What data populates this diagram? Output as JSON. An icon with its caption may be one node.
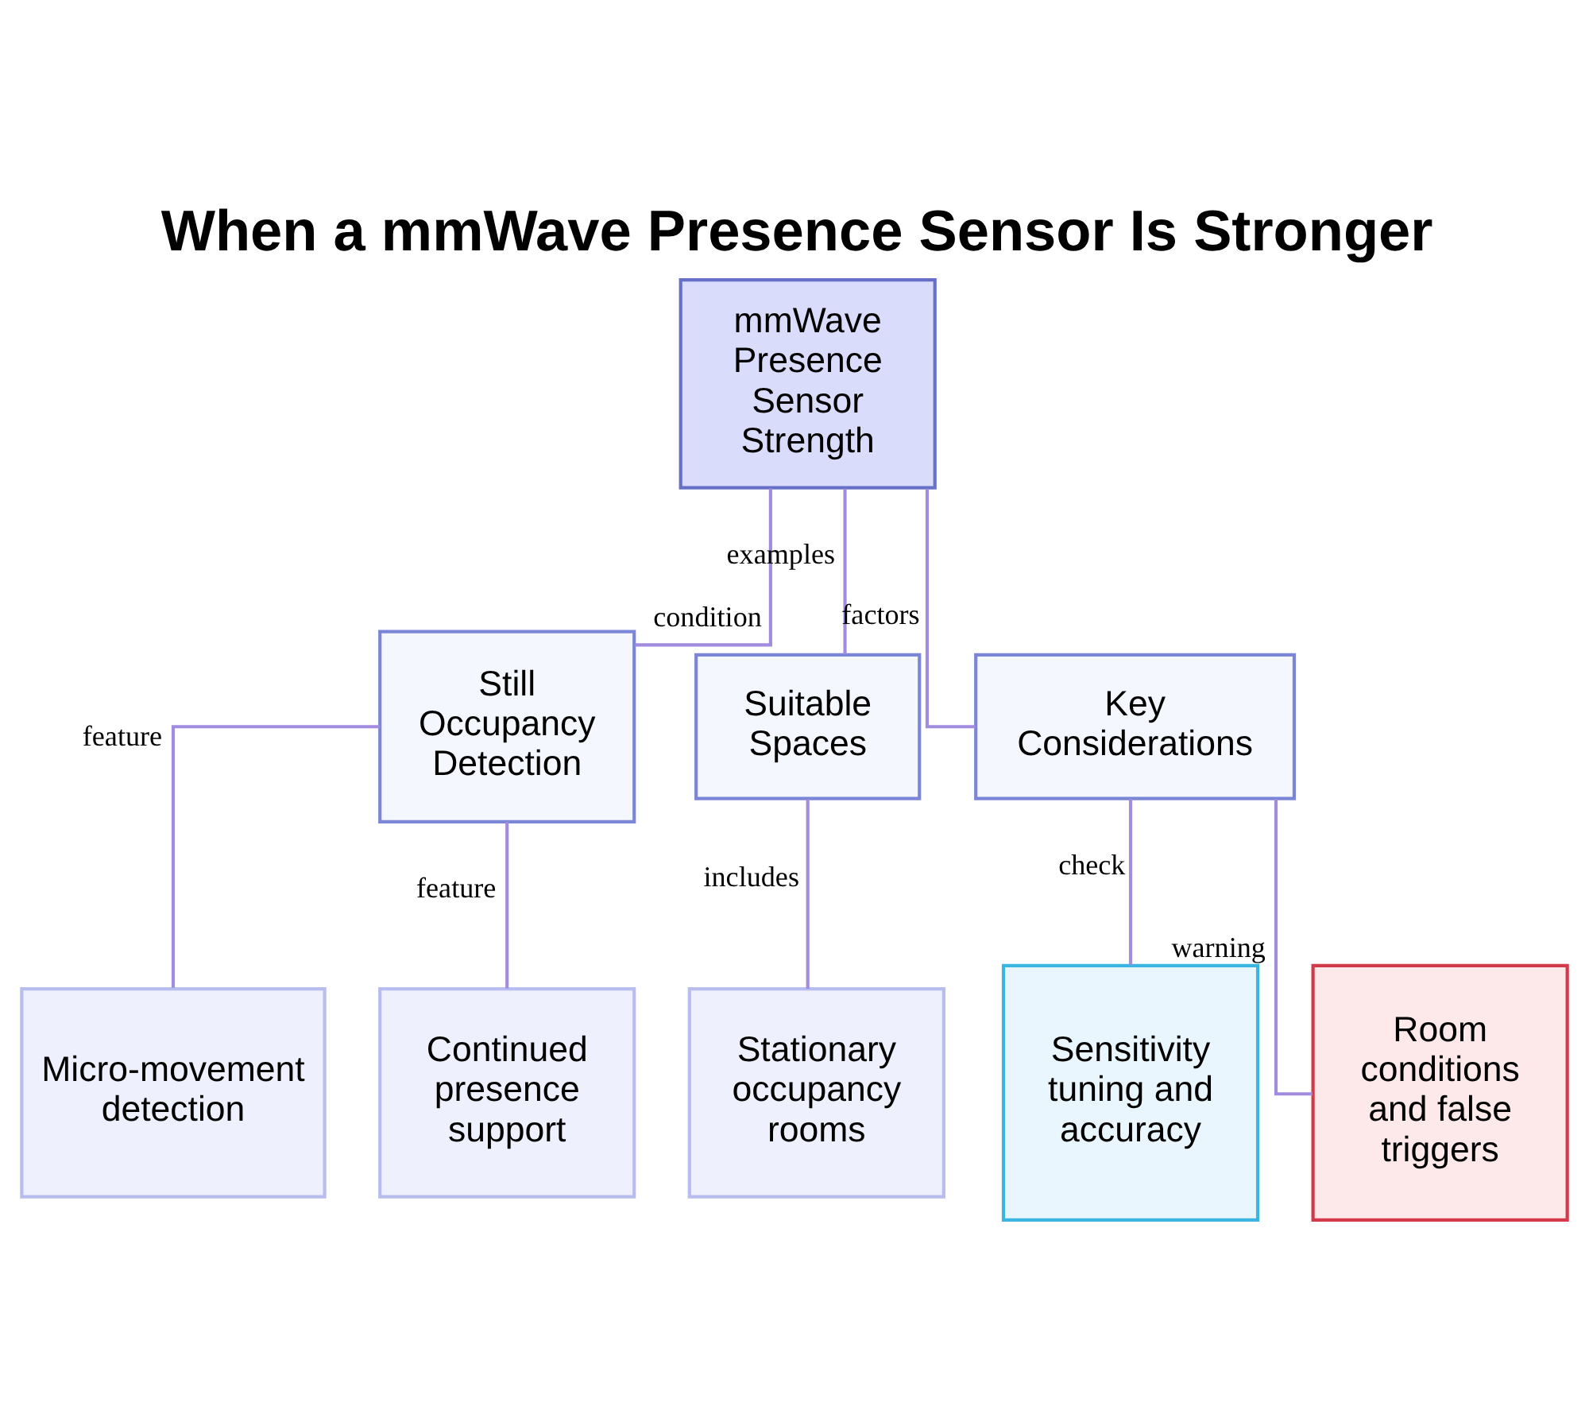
{
  "diagram": {
    "title": "When a mmWave Presence Sensor Is Stronger",
    "nodes": [
      {
        "text": [
          "mmWave Presence Sensor Strength"
        ]
      },
      {
        "text": [
          "Still Occupancy Detection"
        ]
      },
      {
        "text": [
          "Suitable Spaces"
        ]
      },
      {
        "text": [
          "Key Considerations"
        ]
      },
      {
        "text": [
          "Micro-movement detection"
        ]
      },
      {
        "text": [
          "Continued presence support"
        ]
      },
      {
        "text": [
          "Stationary occupancy rooms"
        ]
      },
      {
        "text": [
          "Sensitivity tuning and accuracy"
        ]
      },
      {
        "text": [
          "Room conditions and false triggers"
        ]
      }
    ],
    "edges": [
      {
        "from": 0,
        "to": 1,
        "arrow": "none",
        "label": "condition"
      },
      {
        "from": 0,
        "to": 2,
        "arrow": "none",
        "label": "examples"
      },
      {
        "from": 0,
        "to": 3,
        "arrow": "none",
        "label": "factors"
      },
      {
        "from": 1,
        "to": 4,
        "arrow": "none",
        "label": "feature"
      },
      {
        "from": 1,
        "to": 5,
        "arrow": "none",
        "label": "feature"
      },
      {
        "from": 2,
        "to": 6,
        "arrow": "none",
        "label": "includes"
      },
      {
        "from": 3,
        "to": 7,
        "arrow": "none",
        "label": "check"
      },
      {
        "from": 3,
        "to": 8,
        "arrow": "none",
        "label": "warning"
      }
    ]
  }
}
